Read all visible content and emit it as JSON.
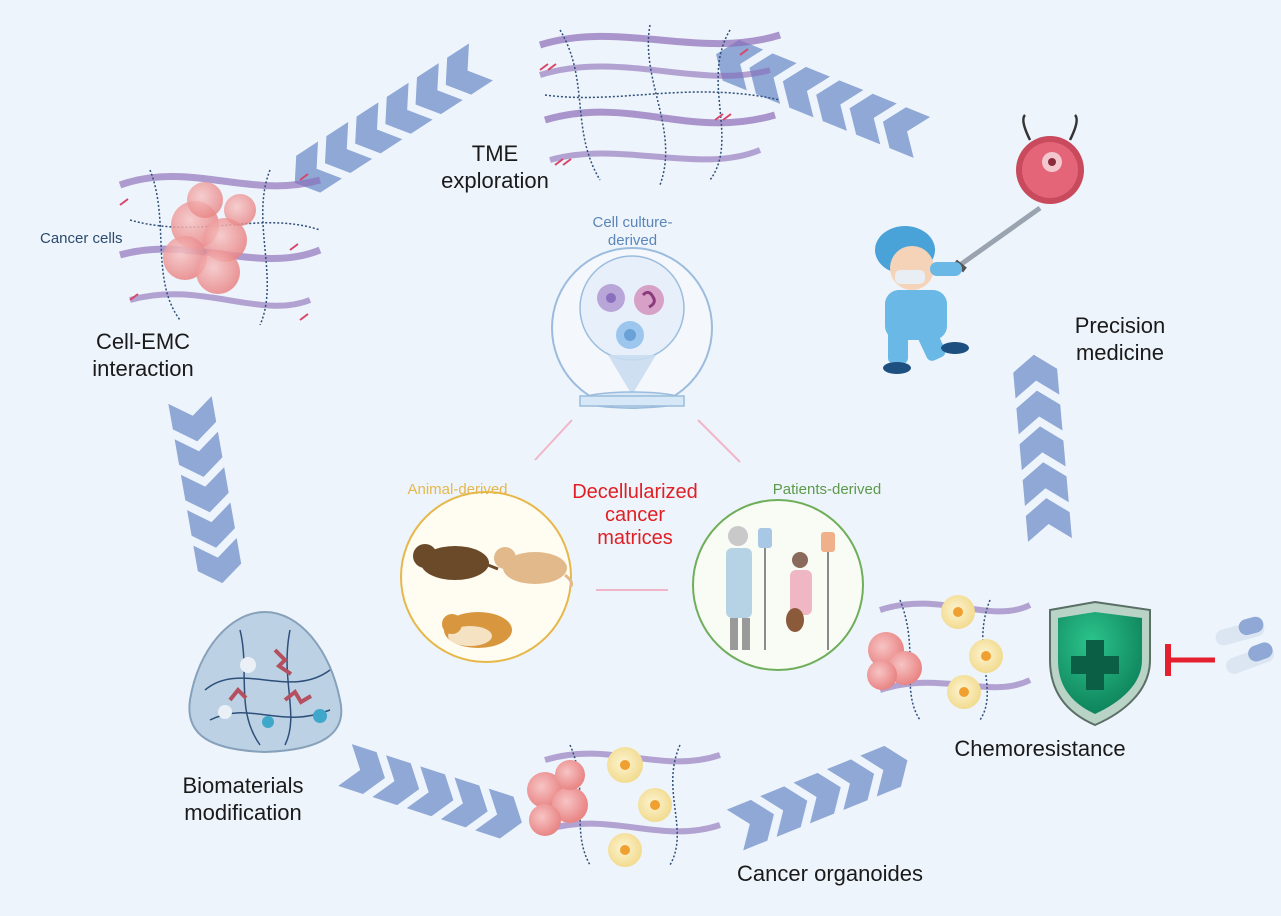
{
  "labels": {
    "tme_line1": "TME",
    "tme_line2": "exploration",
    "cancer_cells": "Cancer cells",
    "cell_emc_line1": "Cell-EMC",
    "cell_emc_line2": "interaction",
    "precision_line1": "Precision",
    "precision_line2": "medicine",
    "biomaterials_line1": "Biomaterials",
    "biomaterials_line2": "modification",
    "chemoresistance": "Chemoresistance",
    "organoids": "Cancer organoides",
    "cell_culture_line1": "Cell culture-",
    "cell_culture_line2": "derived",
    "animal_derived": "Animal-derived",
    "patients_derived": "Patients-derived",
    "center_line1": "Decellularized",
    "center_line2": "cancer",
    "center_line3": "matrices"
  },
  "colors": {
    "background": "#eef4fb",
    "chevron": "#8fa8d6",
    "center_text": "#e01f24",
    "cell_culture": "#5a86b8",
    "animal": "#e6b84a",
    "patients": "#5c9a4a"
  }
}
